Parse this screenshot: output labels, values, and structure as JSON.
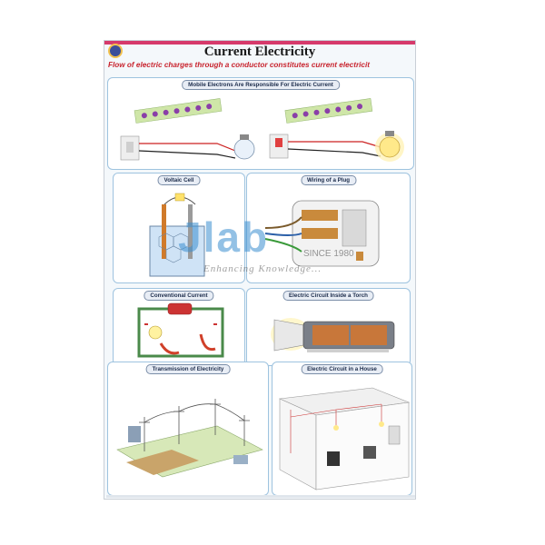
{
  "poster": {
    "title": "Current Electricity",
    "subtitle": "Flow of electric charges through a conductor constitutes current electricit"
  },
  "panels": {
    "mobile_electrons": {
      "title": "Mobile Electrons Are Responsible For Electric Current"
    },
    "voltaic_cell": {
      "title": "Voltaic Cell"
    },
    "wiring_plug": {
      "title": "Wiring of a Plug"
    },
    "conventional_current": {
      "title": "Conventional Current"
    },
    "torch": {
      "title": "Electric Circuit Inside a Torch"
    },
    "transmission": {
      "title": "Transmission of Electricity"
    },
    "house": {
      "title": "Electric Circuit in a House"
    }
  },
  "watermark": {
    "brand": "Jlab",
    "since": "SINCE 1980",
    "tagline": "Enhancing Knowledge..."
  },
  "colors": {
    "accent": "#d63a6b",
    "subtitle": "#c8242e",
    "panel_border": "#9ec3df",
    "watermark": "#3b8fd0"
  }
}
